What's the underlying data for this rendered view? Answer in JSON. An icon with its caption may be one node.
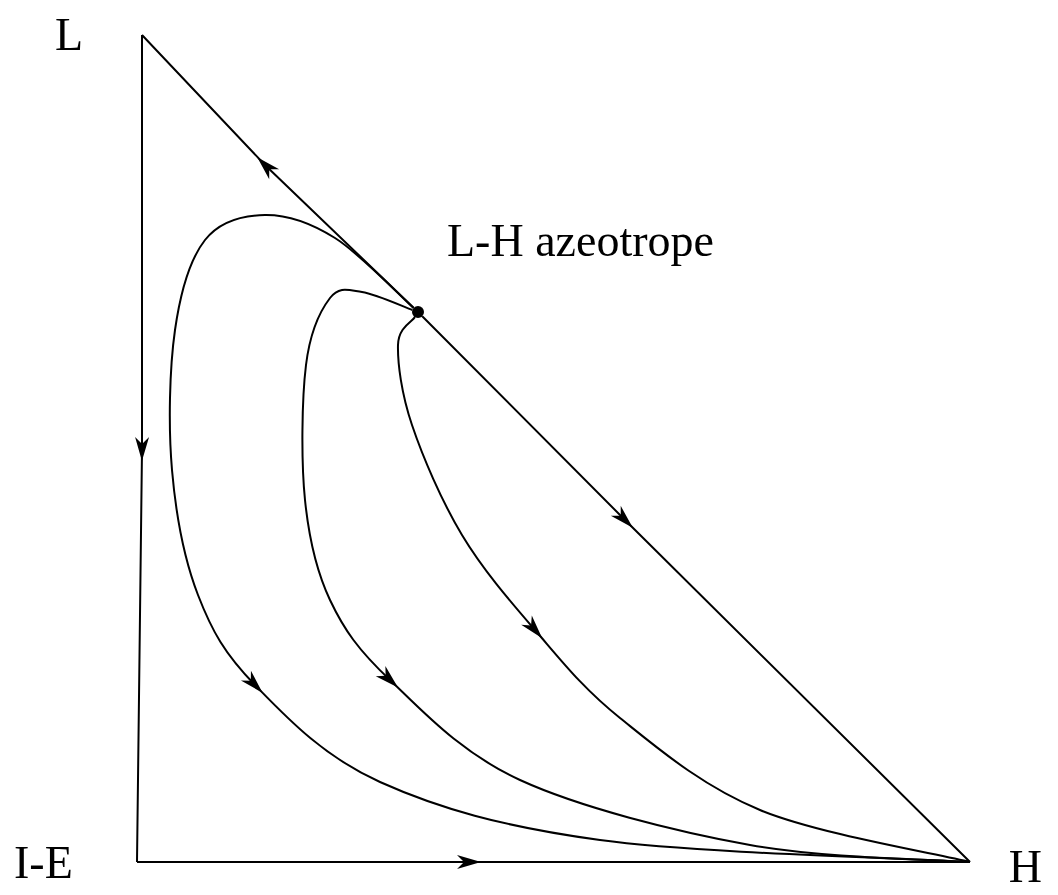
{
  "diagram": {
    "nodes": [
      {
        "text": [
          "L"
        ]
      },
      {
        "text": [],
        "shape": "circle",
        "beside": [
          "L-H azeotrope"
        ]
      },
      {
        "text": [
          "I-E"
        ]
      },
      {
        "text": [
          "H"
        ]
      }
    ],
    "edges": [
      {
        "from": 0,
        "to": 2,
        "arrow": "to"
      },
      {
        "from": 2,
        "to": 3,
        "arrow": "to"
      },
      {
        "from": 1,
        "to": 0,
        "arrow": "to"
      },
      {
        "from": 1,
        "to": 3,
        "arrow": "to"
      },
      {
        "from": 1,
        "to": 3,
        "arrow": "to"
      },
      {
        "from": 1,
        "to": 3,
        "arrow": "to"
      },
      {
        "from": 1,
        "to": 3,
        "arrow": "to"
      }
    ]
  }
}
